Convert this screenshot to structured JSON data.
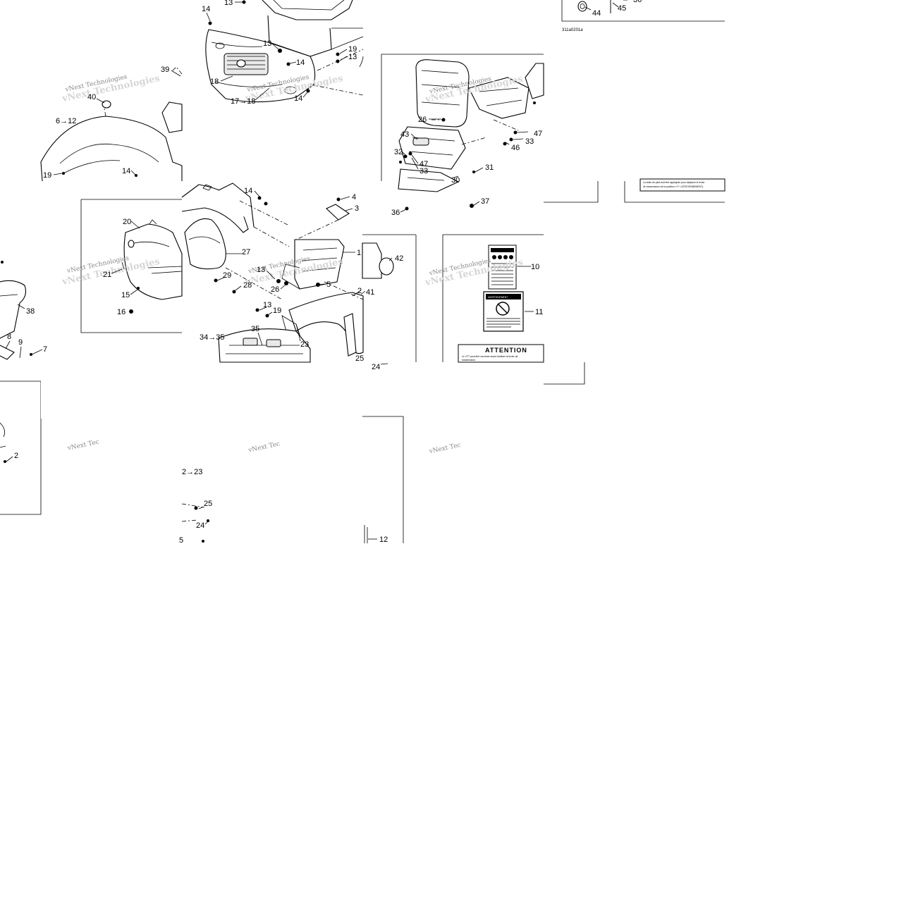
{
  "diagram": {
    "reference_code": "311a0201a",
    "watermark_text": "vNext Technologies",
    "watermark_text_cut": "vNext Tec",
    "decal_attention_title": "ATTENTION",
    "decal_attention_line1": "Le VTT peut être renversé avant d'utiliser le levier de",
    "decal_attention_line2": "transmission.",
    "decal_bottom_right_line1": "La boîte de pied doit être appliquée pour déplacer le levier",
    "decal_bottom_right_line2": "de transmission de la position « P » (STATIONNEMENT).",
    "decal_warning_title": "AVERTISSEMENT",
    "callouts": [
      "13",
      "14",
      "13",
      "19",
      "13",
      "14",
      "18",
      "17→18",
      "14",
      "39",
      "40",
      "6→12",
      "19",
      "14",
      "44",
      "45",
      "36",
      "26",
      "43",
      "47",
      "33",
      "46",
      "32",
      "47",
      "33",
      "31",
      "30",
      "37",
      "36",
      "4",
      "3",
      "14",
      "1",
      "42",
      "20",
      "27",
      "13",
      "29",
      "28",
      "26",
      "5",
      "21",
      "15",
      "16",
      "13",
      "19",
      "2",
      "41",
      "23",
      "34→35",
      "35",
      "25",
      "24",
      "10",
      "11",
      "38",
      "8",
      "9",
      "7",
      "2",
      "12",
      "2→23",
      "25",
      "24",
      "5"
    ]
  }
}
